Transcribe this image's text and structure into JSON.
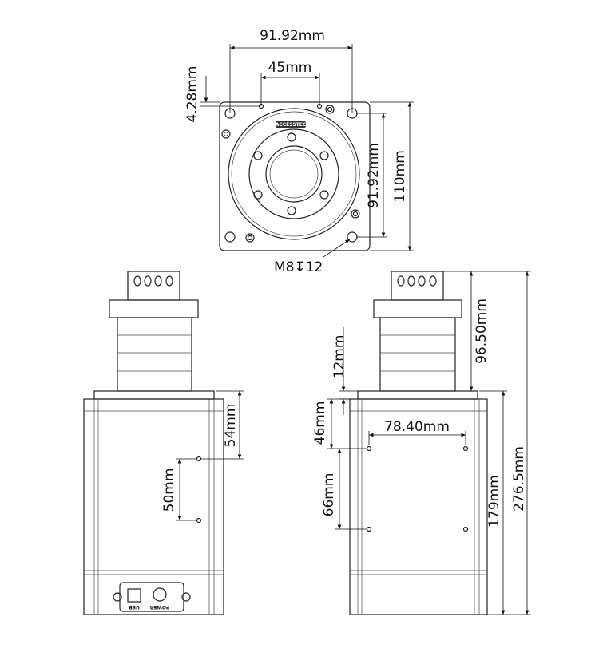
{
  "top_view": {
    "width_holes": "91.92mm",
    "small_holes": "45mm",
    "offset": "4.28mm",
    "height_holes": "91.92mm",
    "plate": "110mm",
    "thread": "M8",
    "thread_depth": "12",
    "logo": "ACCESSTEC"
  },
  "left_view": {
    "top_to_hole": "54mm",
    "hole_spacing": "50mm",
    "usb_label": "USB",
    "power_label": "POWER"
  },
  "right_view": {
    "head_height": "96.50mm",
    "total_height": "276.5mm",
    "body_height": "179mm",
    "step": "12mm",
    "top_to_hole": "46mm",
    "hole_spacing_v": "66mm",
    "hole_spacing_h": "78.40mm"
  }
}
